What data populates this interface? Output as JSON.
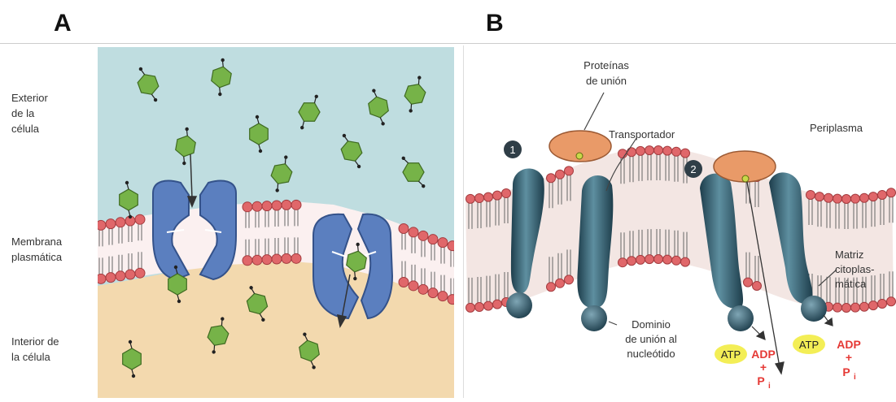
{
  "panels": {
    "a": "A",
    "b": "B"
  },
  "panel_a": {
    "outside_label": [
      "Exterior",
      "de la",
      "célula"
    ],
    "membrane_label": [
      "Membrana",
      "plasmática"
    ],
    "inside_label": [
      "Interior de",
      "la célula"
    ]
  },
  "panel_b": {
    "binding_proteins": [
      "Proteínas",
      "de unión"
    ],
    "transporter": "Transportador",
    "periplasm": "Periplasma",
    "step_1": "1",
    "step_2": "2",
    "nbd": [
      "Dominio",
      "de unión al",
      "nucleótido"
    ],
    "matrix": [
      "Matriz",
      "citoplas-",
      "mática"
    ],
    "atp": "ATP",
    "adp": [
      "ADP",
      "+",
      "P"
    ],
    "pi_subscript": "i"
  },
  "colors": {
    "outside": "#bfdde0",
    "inside": "#f3d9ae",
    "head": "#e0676a",
    "channel": "#5b7fbf",
    "transporter": "#2f5768",
    "binding_protein": "#e99a68",
    "molecule": "#76b348",
    "atp": "#f3ee56",
    "adp": "#e53935"
  }
}
